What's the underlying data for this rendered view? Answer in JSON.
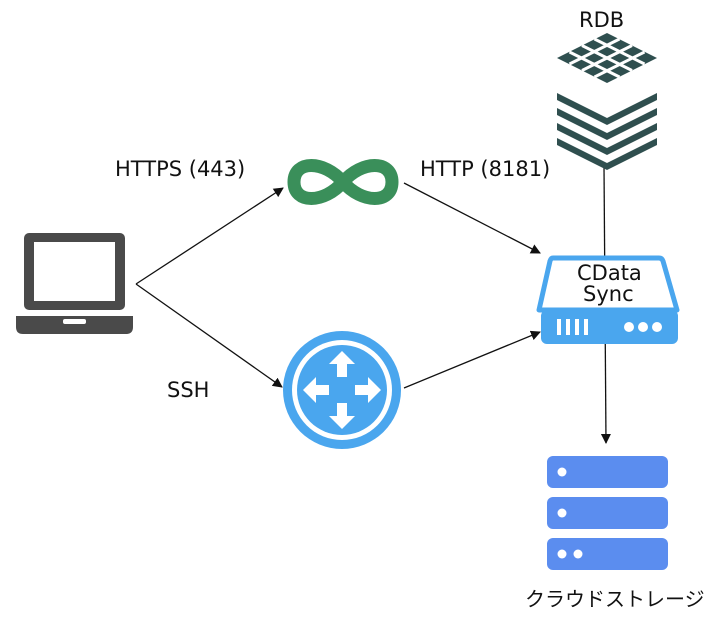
{
  "labels": {
    "rdb": "RDB",
    "https": "HTTPS (443)",
    "http": "HTTP (8181)",
    "ssh": "SSH",
    "cdata_line1": "CData",
    "cdata_line2": "Sync",
    "storage": "クラウドストレージ"
  },
  "colors": {
    "laptop": "#4a4a4a",
    "infinity": "#3a8f5a",
    "router": "#4aa6ee",
    "cdata": "#4aa6ee",
    "rdb": "#2f4f4f",
    "storage": "#5b8def",
    "line": "#111111"
  },
  "icons": {
    "client": "laptop-icon",
    "proxy": "infinity-icon",
    "gateway": "router-icon",
    "sync": "server-icon",
    "database": "rdb-stack-icon",
    "cloud": "storage-server-icon"
  }
}
